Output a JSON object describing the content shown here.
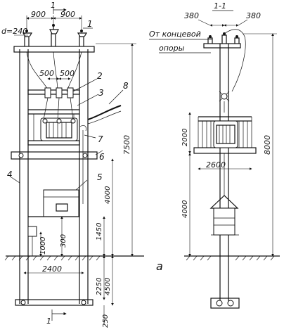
{
  "front": {
    "cross_dims": [
      "900",
      "900"
    ],
    "section_mark": "1",
    "conductor_label": "d=240",
    "fuse_dims": [
      "500",
      "500"
    ],
    "left_dims": [
      "1000",
      "300",
      "1450",
      "4000"
    ],
    "height_total": "7500",
    "base_width": "2400",
    "bottom_dims": [
      "2250",
      "4500",
      "250"
    ],
    "callouts": [
      "1",
      "2",
      "3",
      "4",
      "5",
      "6",
      "7",
      "8"
    ]
  },
  "side": {
    "section_title": "1-1",
    "top_dims": [
      "380",
      "380"
    ],
    "source_line1": "От концевой",
    "source_line2": "опоры",
    "platform_height": "2000",
    "platform_width": "2600",
    "lower_height": "4000",
    "total_height": "8000",
    "view_letter": "а"
  }
}
